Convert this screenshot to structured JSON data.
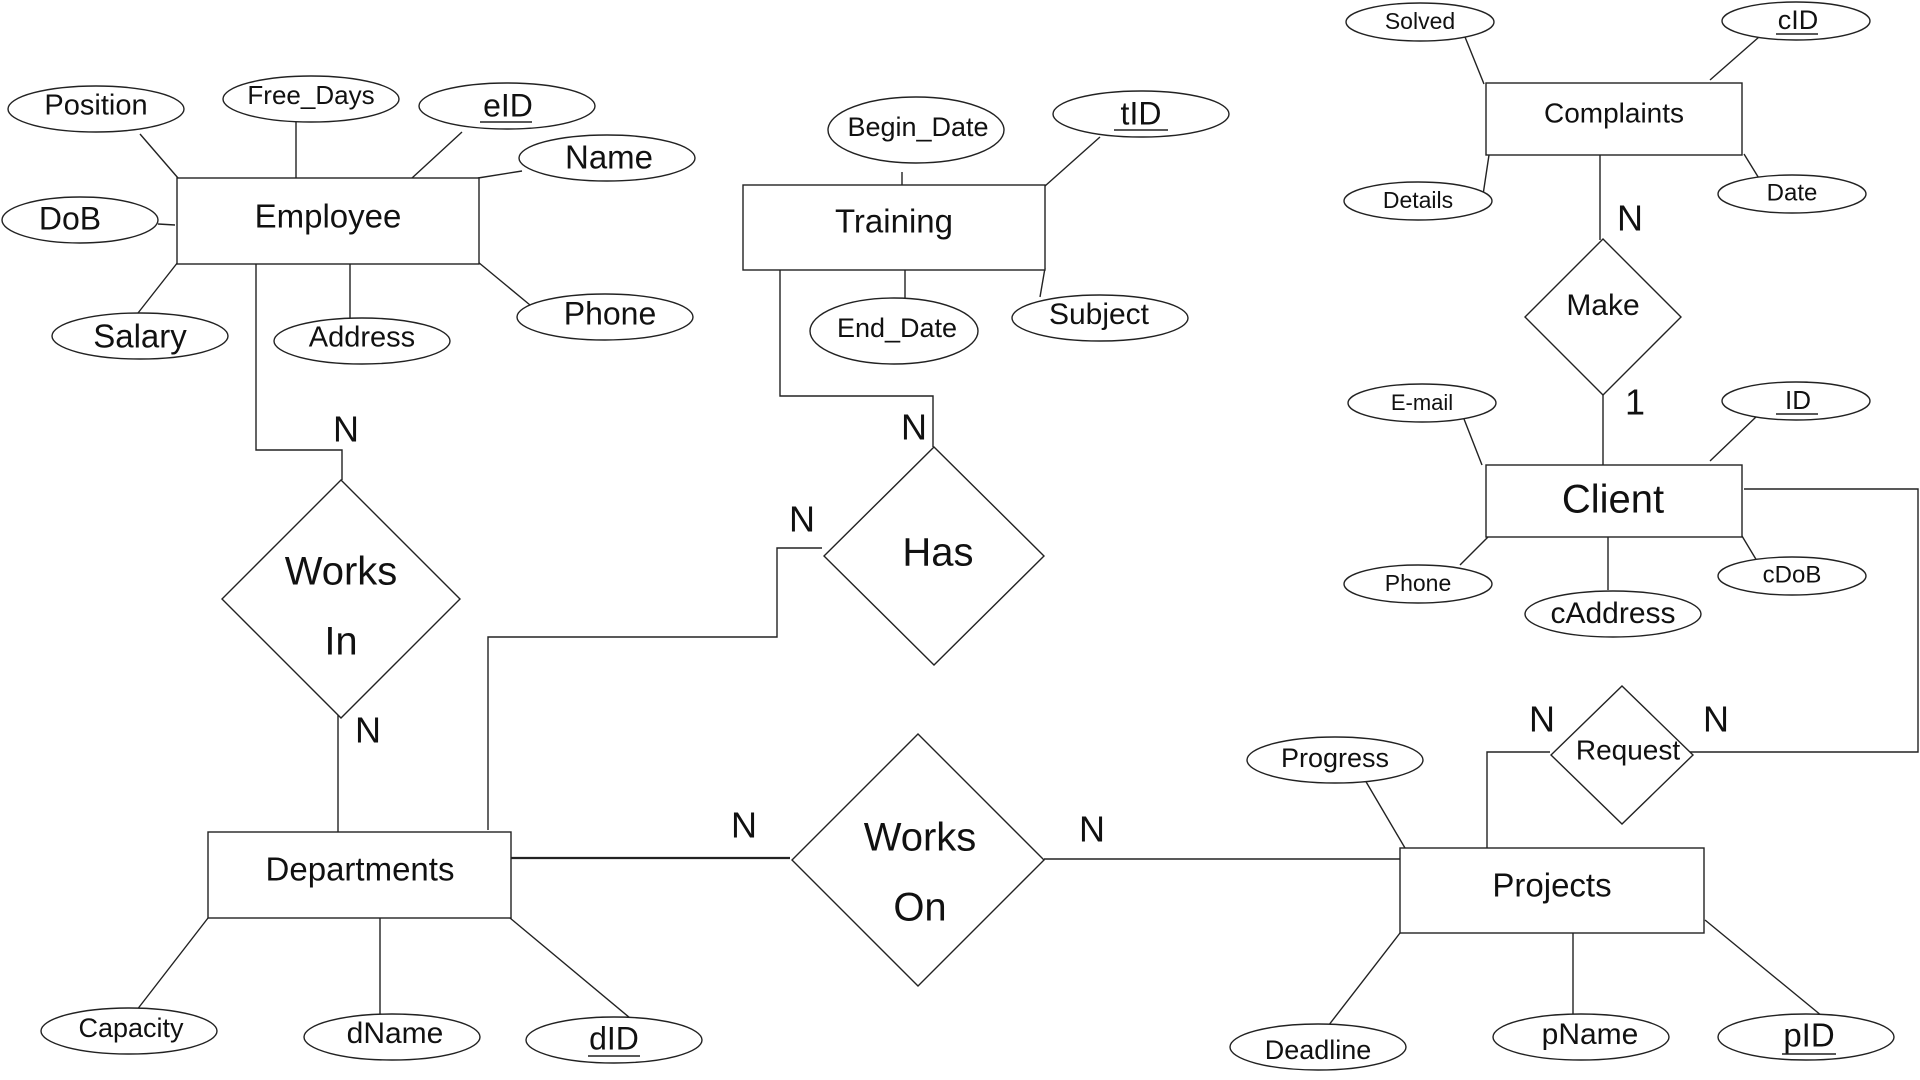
{
  "entities": {
    "employee": "Employee",
    "training": "Training",
    "complaints": "Complaints",
    "client": "Client",
    "departments": "Departments",
    "projects": "Projects"
  },
  "relationships": {
    "works_in_line1": "Works",
    "works_in_line2": "In",
    "has": "Has",
    "make": "Make",
    "request": "Request",
    "works_on_line1": "Works",
    "works_on_line2": "On"
  },
  "attributes": {
    "employee": {
      "position": "Position",
      "free_days": "Free_Days",
      "eid": "eID",
      "name": "Name",
      "dob": "DoB",
      "salary": "Salary",
      "address": "Address",
      "phone": "Phone"
    },
    "training": {
      "begin_date": "Begin_Date",
      "tid": "tID",
      "end_date": "End_Date",
      "subject": "Subject"
    },
    "complaints": {
      "solved": "Solved",
      "cid": "cID",
      "details": "Details",
      "date": "Date"
    },
    "client": {
      "email": "E-mail",
      "id": "ID",
      "phone": "Phone",
      "caddress": "cAddress",
      "cdob": "cDoB"
    },
    "departments": {
      "capacity": "Capacity",
      "dname": "dName",
      "did": "dID"
    },
    "projects": {
      "progress": "Progress",
      "deadline": "Deadline",
      "pname": "pName",
      "pid": "pID"
    }
  },
  "cardinalities": {
    "employee_works_in": "N",
    "works_in_departments": "N",
    "training_has": "N",
    "departments_has": "N",
    "complaints_make": "N",
    "make_client": "1",
    "departments_works_on": "N",
    "works_on_projects": "N",
    "projects_request": "N",
    "client_request": "N"
  }
}
